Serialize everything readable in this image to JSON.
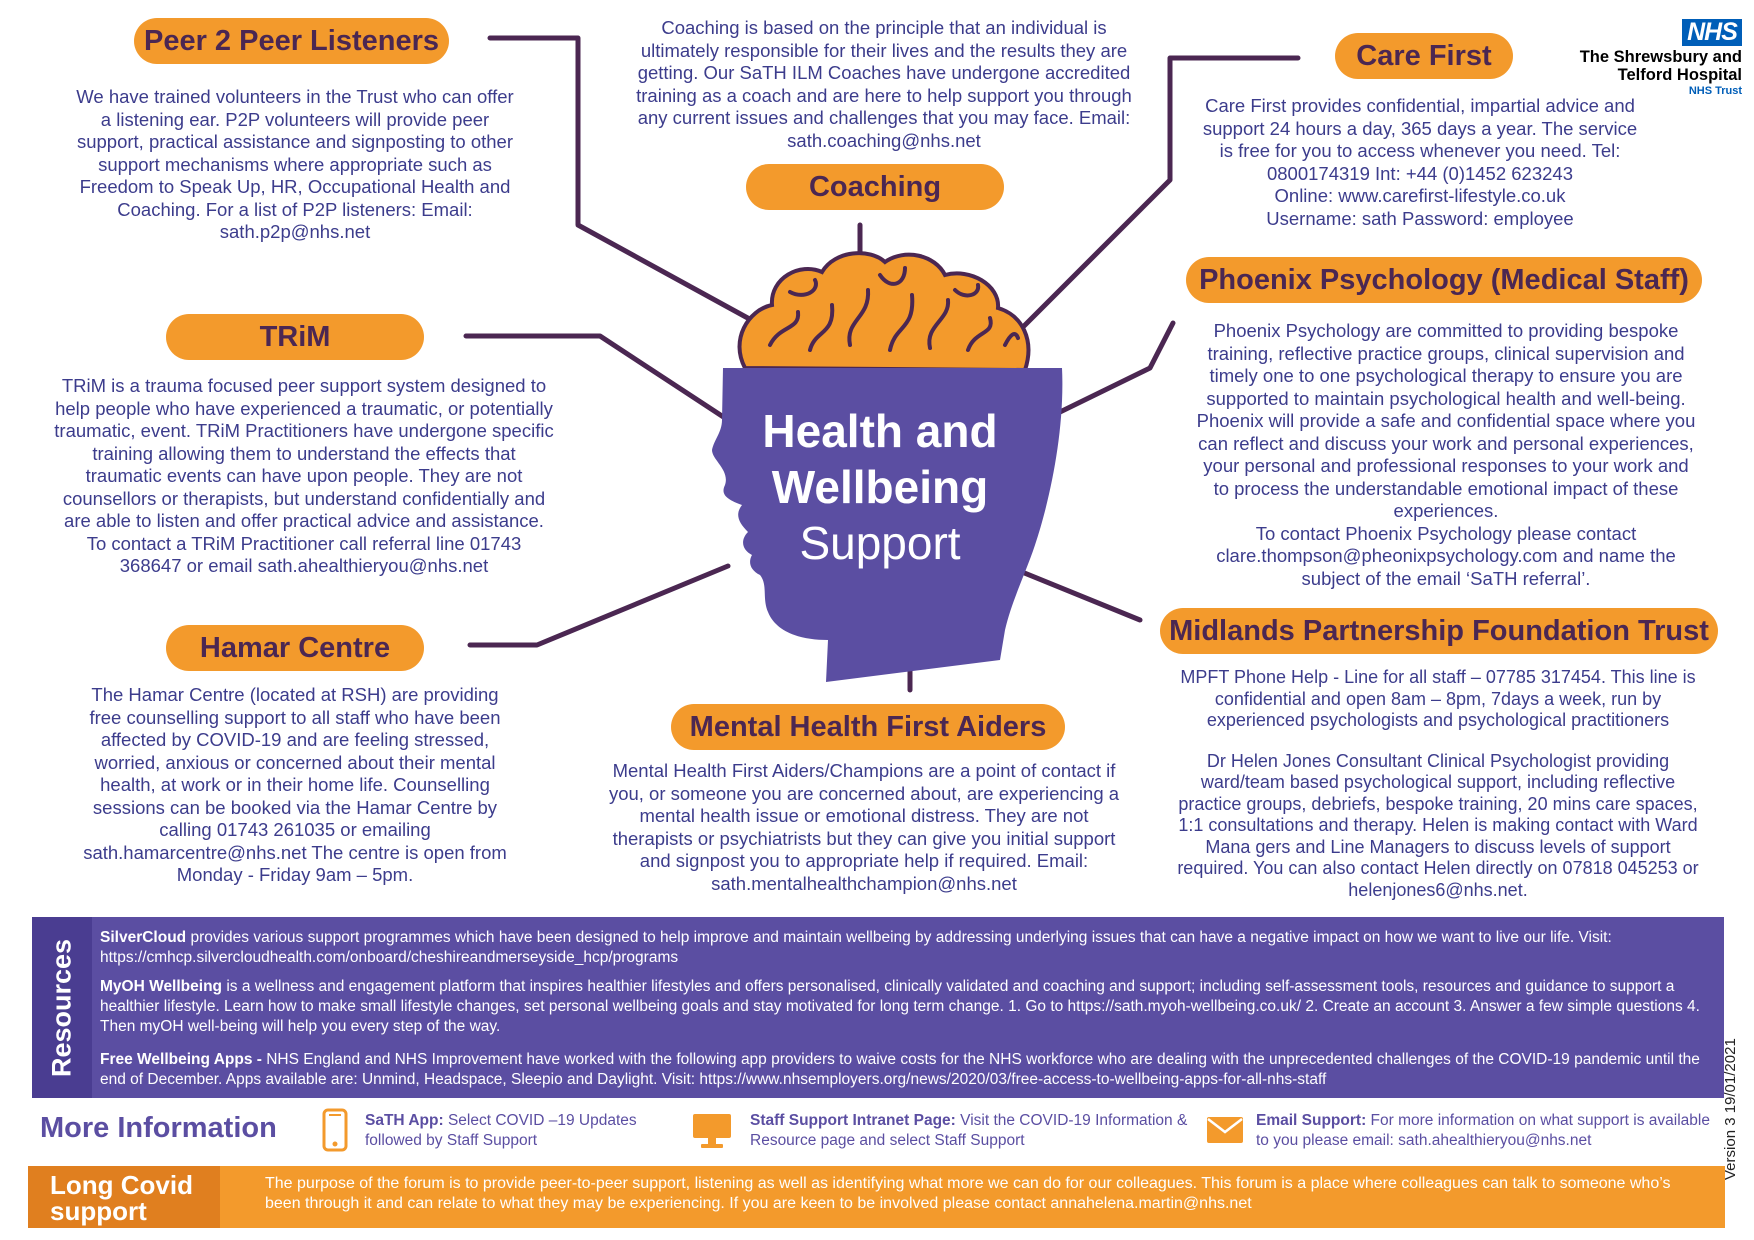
{
  "header": {
    "nhs_logo": "NHS",
    "trust_name_line1": "The Shrewsbury and",
    "trust_name_line2": "Telford Hospital",
    "trust_name_line3": "NHS Trust"
  },
  "center": {
    "title_line1": "Health and",
    "title_line2": "Wellbeing",
    "title_line3": "Support"
  },
  "sections": {
    "p2p": {
      "title": "Peer 2 Peer Listeners",
      "text": "We have trained volunteers in the Trust who can offer a listening ear. P2P volunteers will provide peer support, practical assistance and signposting to other support mechanisms where appropriate such as Freedom to Speak Up, HR, Occupational Health and Coaching. For a list of P2P listeners: Email: sath.p2p@nhs.net"
    },
    "coaching": {
      "title": "Coaching",
      "text": "Coaching is based on the principle that an individual is ultimately responsible for their lives and the results they are getting. Our SaTH ILM Coaches have undergone accredited training as a coach and are here to help support you through any current issues and challenges that you may face. Email: sath.coaching@nhs.net"
    },
    "carefirst": {
      "title": "Care First",
      "text": "Care First provides confidential, impartial advice and support 24 hours a day, 365 days a year. The service is free for you to  access whenever you need. Tel: 0800174319 Int: +44 (0)1452 623243",
      "online": "Online: www.carefirst-lifestyle.co.uk",
      "login": "Username: sath Password: employee"
    },
    "trim": {
      "title": "TRiM",
      "text": "TRiM is a trauma focused peer support system designed to help people who have experienced a traumatic, or potentially traumatic, event. TRiM Practitioners have undergone specific training allowing them to understand the effects that traumatic events can have upon people. They are not counsellors or therapists, but understand confidentially and are able to listen and offer practical advice and assistance. To contact a TRiM Practitioner call referral line 01743 368647 or email sath.ahealthieryou@nhs.net"
    },
    "phoenix": {
      "title": "Phoenix Psychology (Medical Staff)",
      "text": "Phoenix Psychology are committed to providing bespoke training, reflective practice groups, clinical supervision and timely one to one psychological therapy to ensure you are supported to maintain psychological health and well-being. Phoenix will provide a safe and confidential space where you can reflect and discuss your work and personal experiences, your personal and professional responses to your work and to process the understandable emotional impact of these experiences.",
      "contact": "To contact Phoenix Psychology please contact clare.thompson@pheonixpsychology.com and name the subject of the email ‘SaTH referral’."
    },
    "hamar": {
      "title": "Hamar Centre",
      "text": "The Hamar Centre (located at RSH) are providing free counselling support to all staff who have been affected by COVID-19 and are feeling stressed, worried, anxious or concerned about their mental health, at work or in their home life. Counselling sessions can be booked via the Hamar Centre by calling 01743 261035 or emailing sath.hamarcentre@nhs.net The centre is open from Monday - Friday 9am – 5pm."
    },
    "mhfa": {
      "title": "Mental Health First Aiders",
      "text": "Mental Health First Aiders/Champions are a point of contact if you, or someone you are concerned about, are experiencing a mental health issue or emotional distress. They are not therapists or psychiatrists but they can give you initial support and signpost you to appropriate help if required. Email: sath.mentalhealthchampion@nhs.net"
    },
    "mpft": {
      "title": "Midlands Partnership Foundation Trust",
      "text1": "MPFT Phone Help - Line for all staff – 07785 317454. This line is confidential and open 8am – 8pm, 7days a week, run by experienced psychologists and psychological practitioners",
      "text2": "Dr Helen Jones Consultant Clinical Psychologist providing ward/team based psychological support, including  reflective practice groups, debriefs,  bespoke training, 20 mins care spaces, 1:1 consultations and therapy. Helen is making contact with Ward Mana gers and Line Managers to discuss levels of support required. You can also contact Helen directly on 07818 045253 or helenjones6@nhs.net."
    }
  },
  "resources": {
    "label": "Resources",
    "silvercloud_name": "SilverCloud",
    "silvercloud_text": " provides various support programmes which have been designed to help improve and maintain wellbeing by addressing underlying issues that can have a negative impact on how we want to live our life.  Visit: https://cmhcp.silvercloudhealth.com/onboard/cheshireandmerseyside_hcp/programs",
    "myoh_name": "MyOH Wellbeing",
    "myoh_text": " is a wellness and engagement platform that inspires healthier lifestyles and offers personalised, clinically validated and coaching and support; including self-assessment tools, resources and guidance to support a healthier lifestyle. Learn how to make small lifestyle changes, set personal wellbeing goals and stay motivated for long term change. 1. Go to https://sath.myoh-wellbeing.co.uk/ 2. Create an account 3. Answer a few simple questions 4. Then myOH well-being will help you every step of the way.",
    "apps_name": "Free Wellbeing Apps -",
    "apps_text": " NHS England and NHS Improvement have worked with the following app providers to waive costs for the NHS workforce who are dealing with the unprecedented challenges of the COVID-19 pandemic until the end of December. Apps available are: Unmind, Headspace, Sleepio and Daylight. Visit: https://www.nhsemployers.org/news/2020/03/free-access-to-wellbeing-apps-for-all-nhs-staff"
  },
  "more_info": {
    "title": "More Information",
    "app_label": "SaTH App:",
    "app_text": " Select COVID –19 Updates followed by Staff Support",
    "intranet_label": "Staff Support Intranet Page:",
    "intranet_text": " Visit the COVID-19 Information & Resource page and select Staff Support",
    "email_label": "Email Support:",
    "email_text": " For more information on what support is available to you please email: sath.ahealthieryou@nhs.net"
  },
  "long_covid": {
    "label_line1": "Long Covid",
    "label_line2": "support",
    "text": "The purpose of the forum is to provide peer-to-peer support, listening as well as identifying what more we can do for our colleagues. This forum is a place where colleagues can talk to someone who’s been through it and can relate to what they may be experiencing. If you are keen to be involved please contact annahelena.martin@nhs.net"
  },
  "version": "Version 3 19/01/2021",
  "colors": {
    "orange": "#f39a2c",
    "purple": "#5b4ea2",
    "dark_purple": "#4b2752",
    "text_blue": "#3c3c8c",
    "nhs_blue": "#005eb8"
  }
}
